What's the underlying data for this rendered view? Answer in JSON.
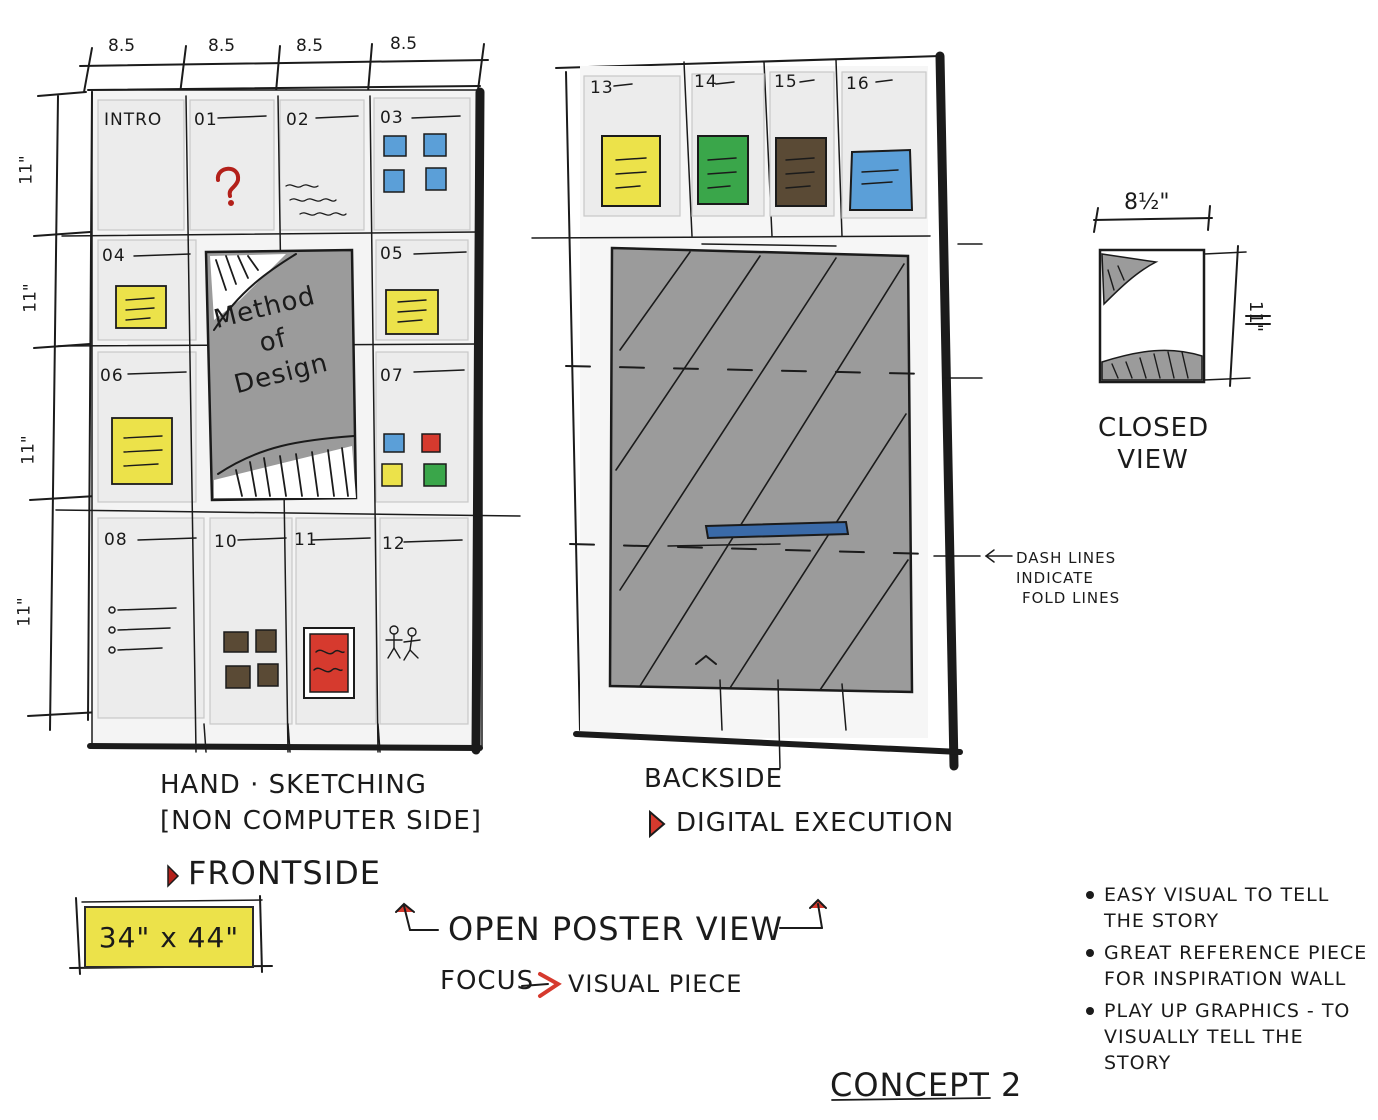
{
  "front": {
    "dims_top": [
      "8.5",
      "8.5",
      "8.5",
      "8.5"
    ],
    "dims_side": [
      "11\"",
      "11\"",
      "11\"",
      "11\""
    ],
    "cells": [
      "INTRO",
      "01",
      "02",
      "03",
      "04",
      "05",
      "06",
      "07",
      "08",
      "10",
      "11",
      "12"
    ],
    "center_text": [
      "Method",
      "of",
      "Design"
    ],
    "caption_line1": "HAND · SKETCHING",
    "caption_line2": "[NON COMPUTER SIDE]",
    "frontside": "FRONTSIDE"
  },
  "back": {
    "cells": [
      "13",
      "14",
      "15",
      "16"
    ],
    "caption": "BACKSIDE",
    "digital": "DIGITAL EXECUTION",
    "note": [
      "DASH LINES",
      "INDICATE",
      "FOLD LINES"
    ]
  },
  "closed": {
    "dim_width": "8½\"",
    "dim_height": "11\"",
    "caption": [
      "CLOSED",
      "VIEW"
    ]
  },
  "size_badge": "34\" x 44\"",
  "open_view": "OPEN POSTER VIEW",
  "focus": {
    "label": "FOCUS",
    "target": "VISUAL PIECE"
  },
  "concept": "CONCEPT 2",
  "bullets": [
    "Easy visual to tell the story",
    "Great reference piece for inspiration wall",
    "Play up graphics - to visually tell the story"
  ],
  "colors": {
    "yellow": "#ece24a",
    "green": "#3aa64a",
    "brown": "#5a4a35",
    "blue": "#5b9fd8",
    "red": "#d63a2e",
    "panel_gray": "#efefef",
    "center_gray": "#9b9b9b"
  }
}
